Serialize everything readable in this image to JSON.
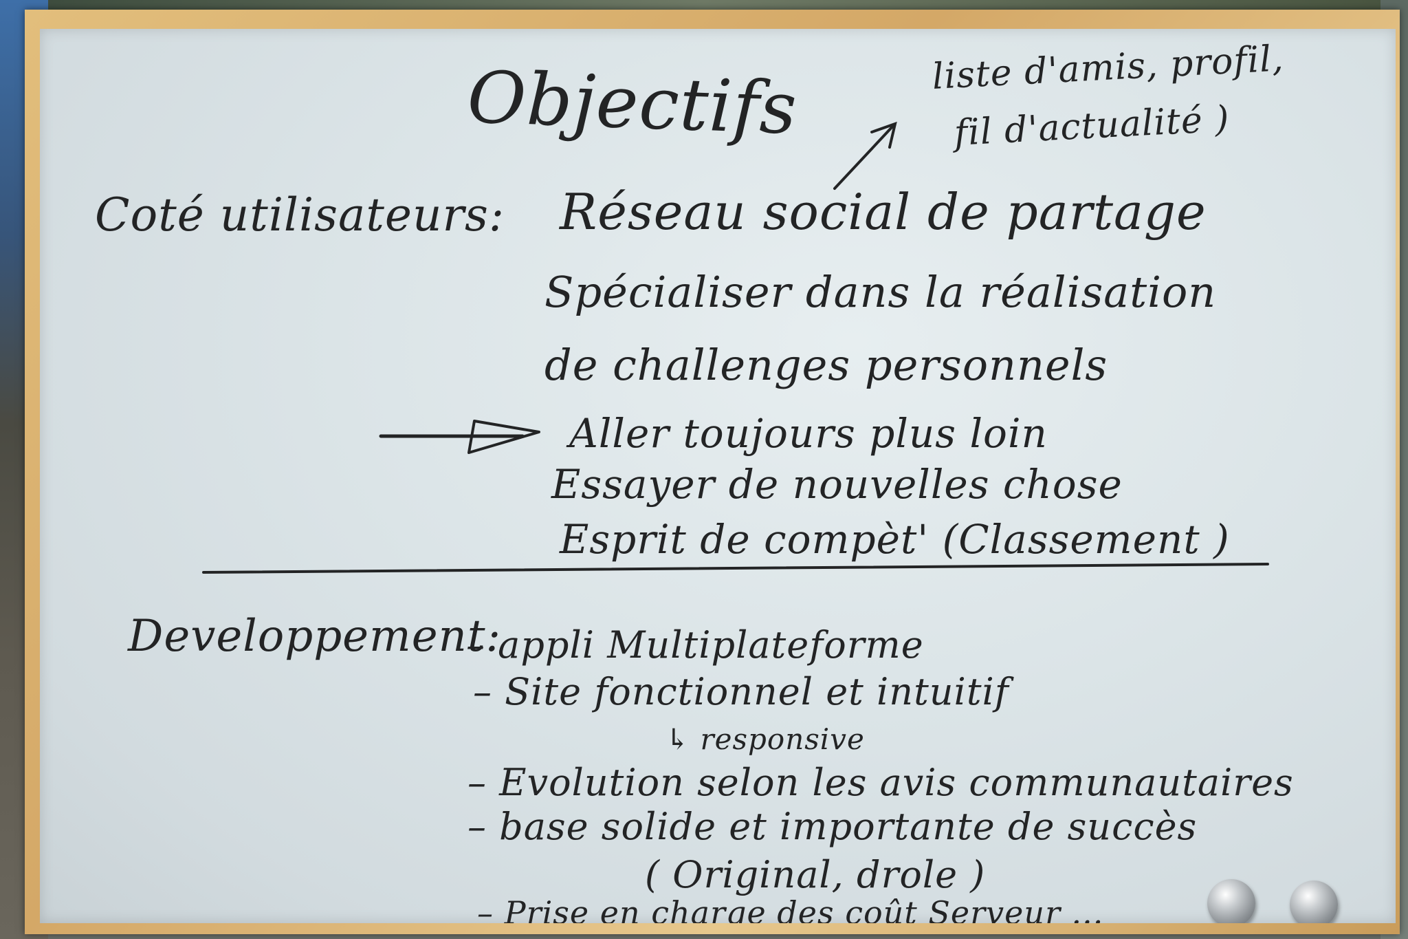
{
  "board": {
    "title": "Objectifs",
    "note_line_1": "liste d'amis, profil,",
    "note_line_2": "fil d'actualité )",
    "user_label": "Coté utilisateurs:",
    "user_value": "Réseau social de partage",
    "spec_line_1": "Spécialiser dans la réalisation",
    "spec_line_2": "de challenges personnels",
    "bullet_1": "Aller toujours plus loin",
    "bullet_2": "Essayer de nouvelles chose",
    "bullet_3": "Esprit de compèt' (Classement )",
    "dev_label": "Developpement:",
    "dev_items": [
      "– appli Multiplateforme",
      "– Site fonctionnel et intuitif",
      "↳ responsive",
      "– Evolution selon les avis communautaires",
      "– base solide et importante de succès",
      "( Original, drole )",
      "– Prise en charge des coût Serveur ..."
    ]
  },
  "colors": {
    "ink": "#232425",
    "board": "#dbe4e7",
    "frame": "#d4a867"
  }
}
